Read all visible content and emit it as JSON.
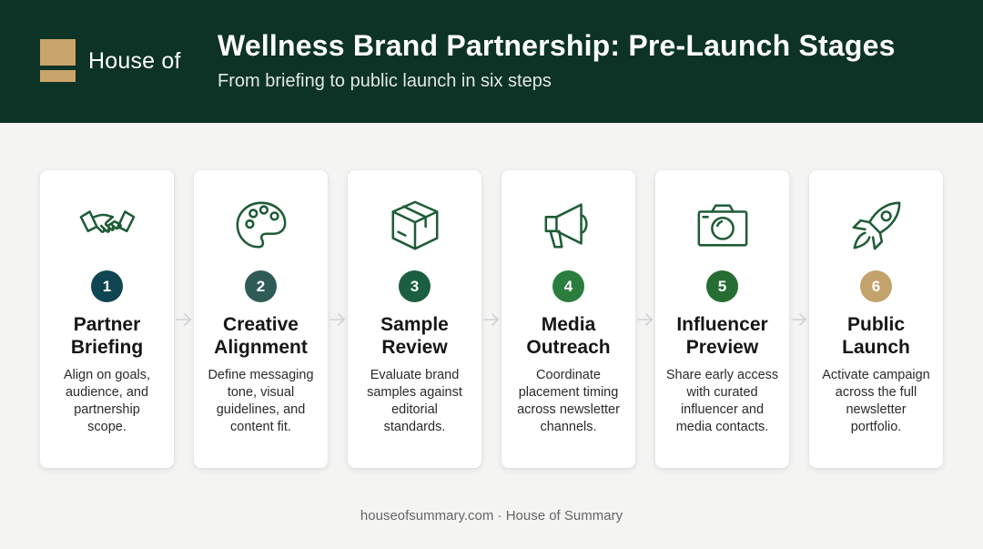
{
  "header": {
    "brand_name": "House of",
    "title": "Wellness Brand Partnership: Pre-Launch Stages",
    "subtitle": "From briefing to public launch in six steps"
  },
  "steps": [
    {
      "number": "1",
      "title_line1": "Partner",
      "title_line2": "Briefing",
      "desc": [
        "Align on goals,",
        "audience, and",
        "partnership",
        "scope."
      ],
      "icon": "handshake-icon",
      "color": "#0f4652"
    },
    {
      "number": "2",
      "title_line1": "Creative",
      "title_line2": "Alignment",
      "desc": [
        "Define messaging",
        "tone, visual",
        "guidelines, and",
        "content fit."
      ],
      "icon": "palette-icon",
      "color": "#2f5b57"
    },
    {
      "number": "3",
      "title_line1": "Sample",
      "title_line2": "Review",
      "desc": [
        "Evaluate brand",
        "samples against",
        "editorial",
        "standards."
      ],
      "icon": "package-box-icon",
      "color": "#1c5e42"
    },
    {
      "number": "4",
      "title_line1": "Media",
      "title_line2": "Outreach",
      "desc": [
        "Coordinate",
        "placement timing",
        "across newsletter",
        "channels."
      ],
      "icon": "megaphone-icon",
      "color": "#2b7d3e"
    },
    {
      "number": "5",
      "title_line1": "Influencer",
      "title_line2": "Preview",
      "desc": [
        "Share early access",
        "with curated",
        "influencer and",
        "media contacts."
      ],
      "icon": "camera-icon",
      "color": "#256d33"
    },
    {
      "number": "6",
      "title_line1": "Public",
      "title_line2": "Launch",
      "desc": [
        "Activate campaign",
        "across the full",
        "newsletter",
        "portfolio."
      ],
      "icon": "rocket-icon",
      "color": "#c4a26c"
    }
  ],
  "footer": "houseofsummary.com · House of Summary",
  "colors": {
    "header_bg": "#0c3325",
    "logo_gold": "#c9a56b",
    "icon_stroke": "#1e5c36",
    "arrow": "#cfd3d1"
  }
}
